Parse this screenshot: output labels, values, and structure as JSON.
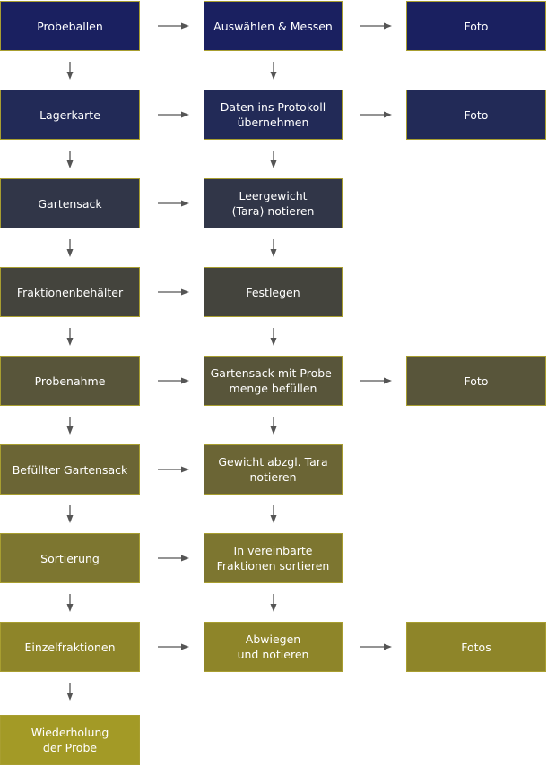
{
  "rows": [
    {
      "c1": "Probeballen",
      "c2": "Auswählen & Messen",
      "c3": "Foto",
      "color": "#1a2060"
    },
    {
      "c1": "Lagerkarte",
      "c2": "Daten ins Protokoll\nübernehmen",
      "c3": "Foto",
      "color": "#222a57"
    },
    {
      "c1": "Gartensack",
      "c2": "Leergewicht\n(Tara) notieren",
      "c3": "",
      "color": "#313648"
    },
    {
      "c1": "Fraktionenbehälter",
      "c2": "Festlegen",
      "c3": "",
      "color": "#44443d"
    },
    {
      "c1": "Probenahme",
      "c2": "Gartensack mit Probe-\nmenge befüllen",
      "c3": "Foto",
      "color": "#58553a"
    },
    {
      "c1": "Befüllter Gartensack",
      "c2": "Gewicht abzgl. Tara\nnotieren",
      "c3": "",
      "color": "#6b6535"
    },
    {
      "c1": "Sortierung",
      "c2": "In vereinbarte\nFraktionen sortieren",
      "c3": "",
      "color": "#7d7630"
    },
    {
      "c1": "Einzelfraktionen",
      "c2": "Abwiegen\nund notieren",
      "c3": "Fotos",
      "color": "#8e8529"
    }
  ],
  "final": {
    "label": "Wiederholung\nder Probe",
    "color": "#a39a26"
  },
  "colors": {
    "arrow": "#555555",
    "border": "#a89e30"
  }
}
